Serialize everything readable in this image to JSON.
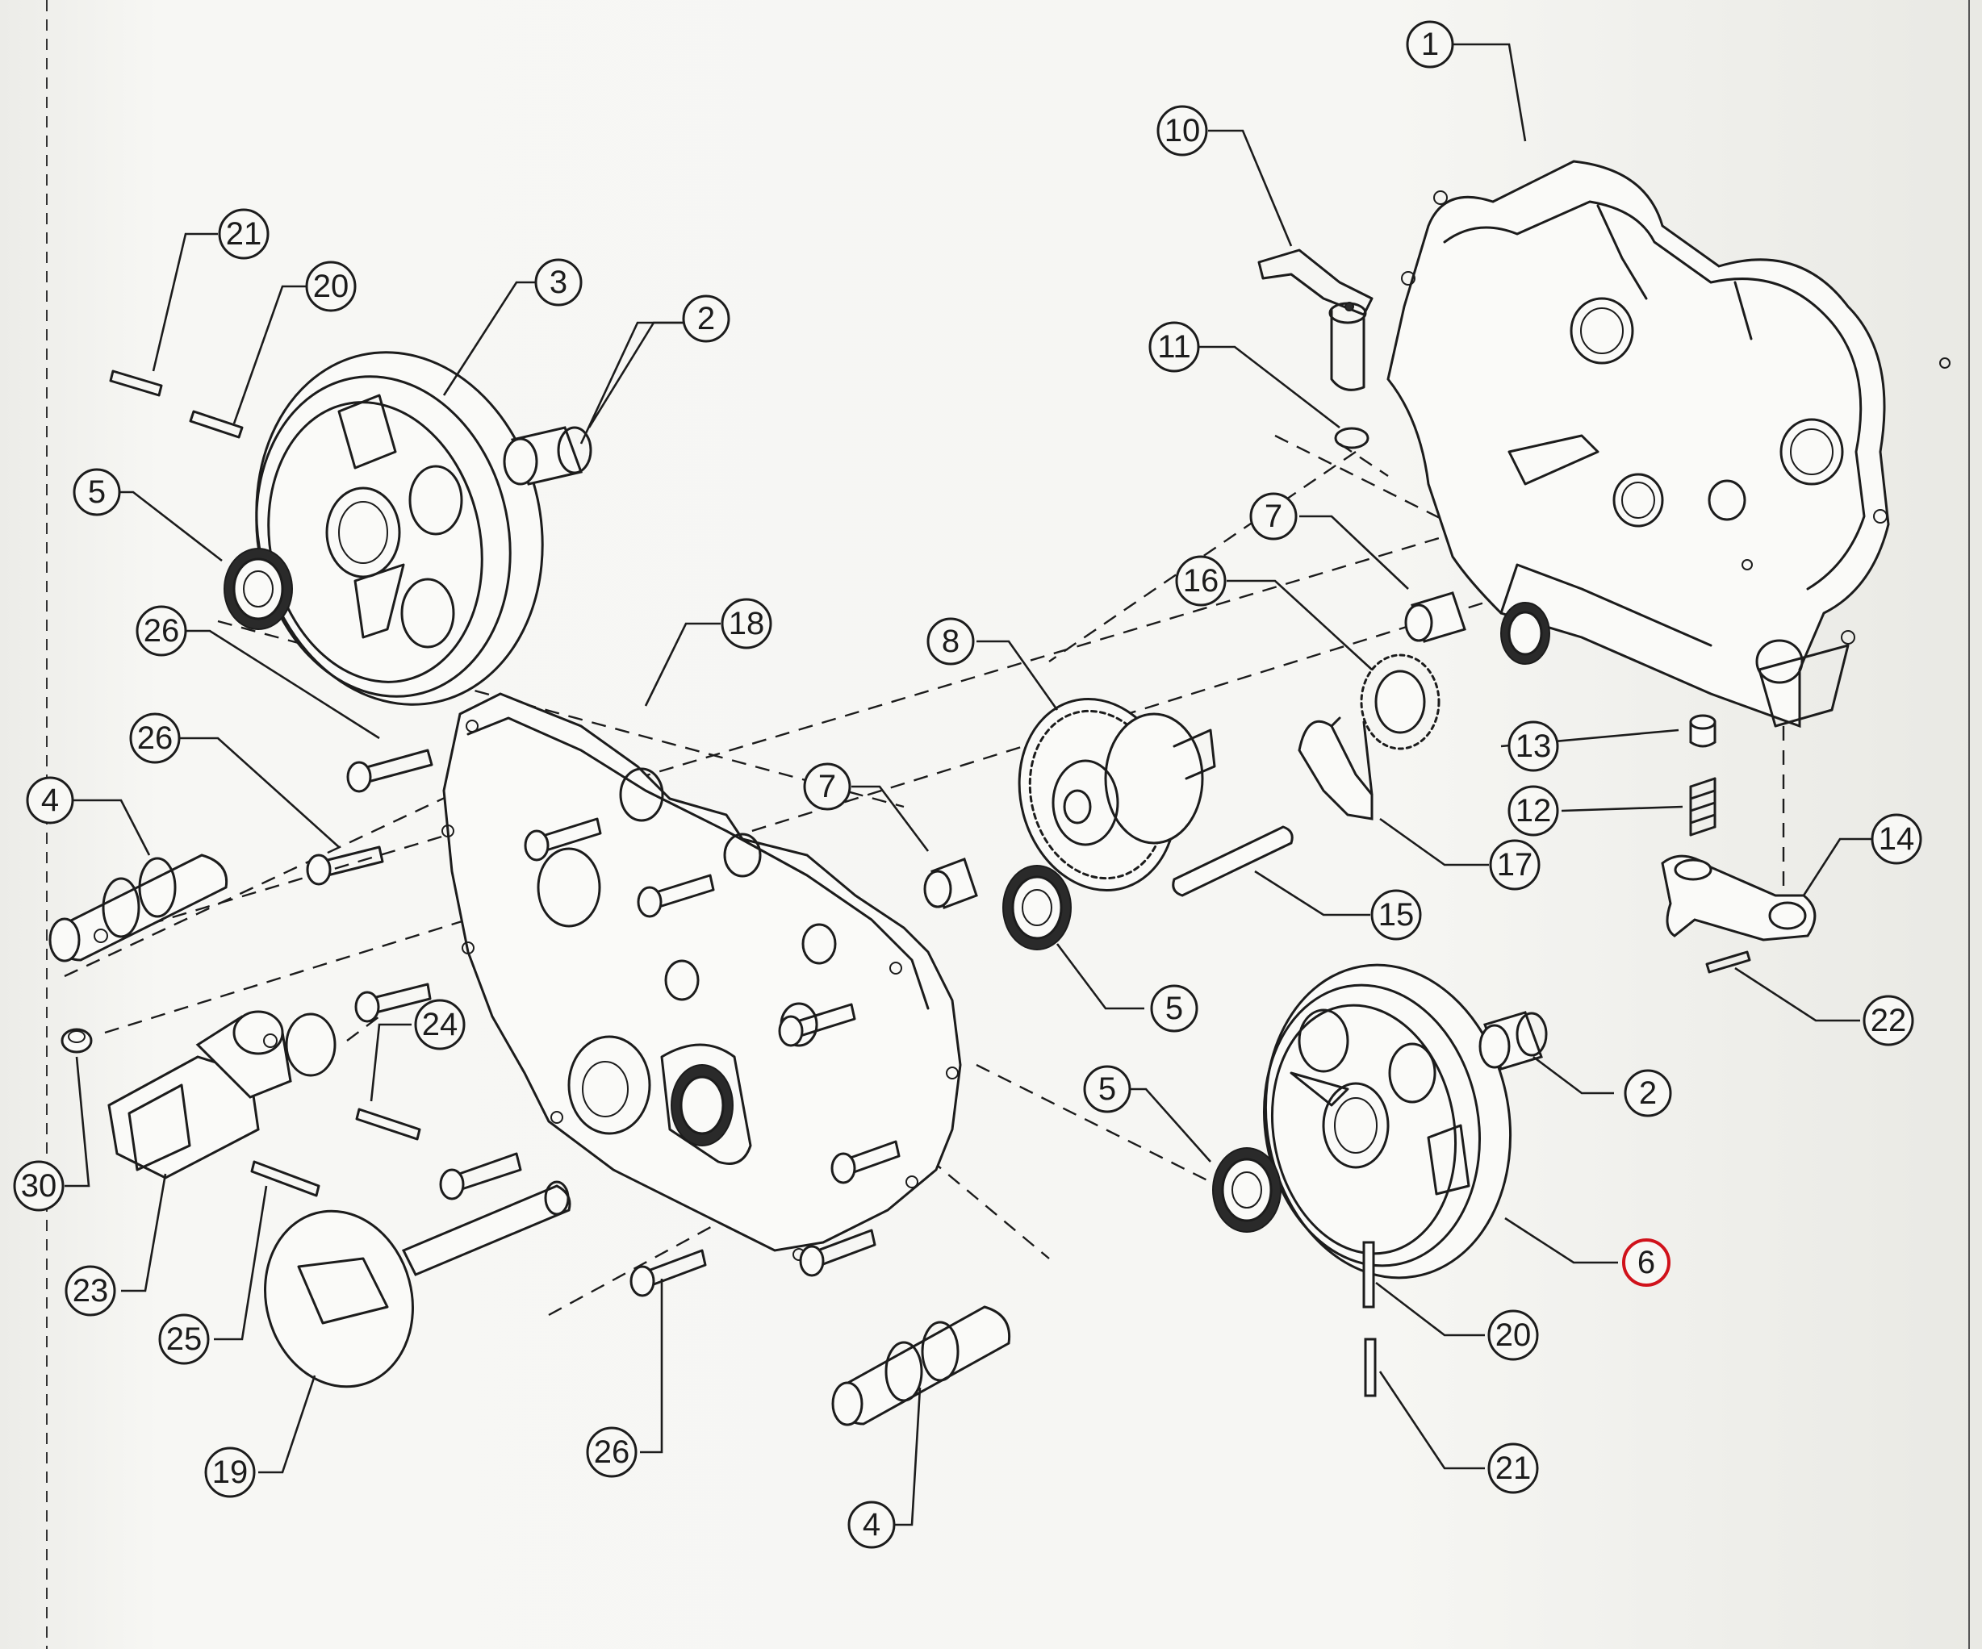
{
  "diagram": {
    "callouts": [
      {
        "id": "c1",
        "label": "1",
        "highlight": false
      },
      {
        "id": "c2a",
        "label": "2",
        "highlight": false
      },
      {
        "id": "c2b",
        "label": "2",
        "highlight": false
      },
      {
        "id": "c3",
        "label": "3",
        "highlight": false
      },
      {
        "id": "c4a",
        "label": "4",
        "highlight": false
      },
      {
        "id": "c4b",
        "label": "4",
        "highlight": false
      },
      {
        "id": "c5a",
        "label": "5",
        "highlight": false
      },
      {
        "id": "c5b",
        "label": "5",
        "highlight": false
      },
      {
        "id": "c5c",
        "label": "5",
        "highlight": false
      },
      {
        "id": "c6",
        "label": "6",
        "highlight": true
      },
      {
        "id": "c7a",
        "label": "7",
        "highlight": false
      },
      {
        "id": "c7b",
        "label": "7",
        "highlight": false
      },
      {
        "id": "c8",
        "label": "8",
        "highlight": false
      },
      {
        "id": "c10",
        "label": "10",
        "highlight": false
      },
      {
        "id": "c11",
        "label": "11",
        "highlight": false
      },
      {
        "id": "c12",
        "label": "12",
        "highlight": false
      },
      {
        "id": "c13",
        "label": "13",
        "highlight": false
      },
      {
        "id": "c14",
        "label": "14",
        "highlight": false
      },
      {
        "id": "c15",
        "label": "15",
        "highlight": false
      },
      {
        "id": "c16",
        "label": "16",
        "highlight": false
      },
      {
        "id": "c17",
        "label": "17",
        "highlight": false
      },
      {
        "id": "c18",
        "label": "18",
        "highlight": false
      },
      {
        "id": "c19",
        "label": "19",
        "highlight": false
      },
      {
        "id": "c20a",
        "label": "20",
        "highlight": false
      },
      {
        "id": "c20b",
        "label": "20",
        "highlight": false
      },
      {
        "id": "c21a",
        "label": "21",
        "highlight": false
      },
      {
        "id": "c21b",
        "label": "21",
        "highlight": false
      },
      {
        "id": "c22",
        "label": "22",
        "highlight": false
      },
      {
        "id": "c23",
        "label": "23",
        "highlight": false
      },
      {
        "id": "c24",
        "label": "24",
        "highlight": false
      },
      {
        "id": "c25",
        "label": "25",
        "highlight": false
      },
      {
        "id": "c26a",
        "label": "26",
        "highlight": false
      },
      {
        "id": "c26b",
        "label": "26",
        "highlight": false
      },
      {
        "id": "c26c",
        "label": "26",
        "highlight": false
      },
      {
        "id": "c30",
        "label": "30",
        "highlight": false
      }
    ],
    "colors": {
      "ink": "#1c1c1c",
      "paper": "#f6f6f3",
      "highlight": "#d0121b"
    }
  }
}
